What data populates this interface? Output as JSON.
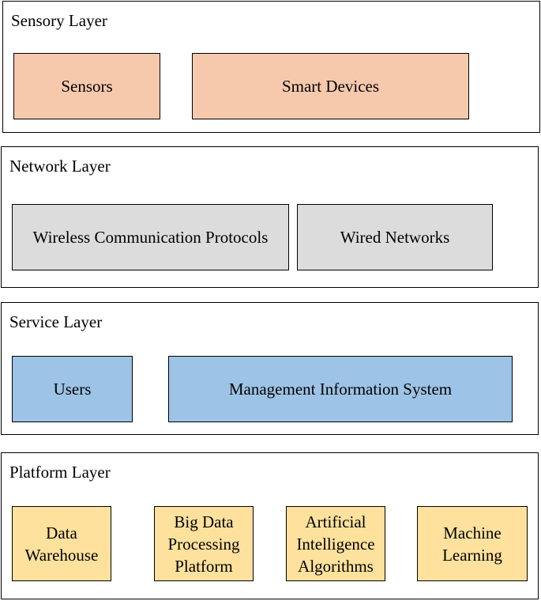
{
  "layers": [
    {
      "title": "Sensory Layer",
      "components": [
        "Sensors",
        "Smart Devices"
      ],
      "fill_color": "#f6c9ad"
    },
    {
      "title": "Network Layer",
      "components": [
        "Wireless Communication Protocols",
        "Wired Networks"
      ],
      "fill_color": "#dcdcdc"
    },
    {
      "title": "Service Layer",
      "components": [
        "Users",
        "Management Information System"
      ],
      "fill_color": "#9dc3e6"
    },
    {
      "title": "Platform Layer",
      "components": [
        "Data\nWarehouse",
        "Big Data\nProcessing\nPlatform",
        "Artificial\nIntelligence\nAlgorithms",
        "Machine\nLearning"
      ],
      "fill_color": "#fde19c"
    }
  ]
}
